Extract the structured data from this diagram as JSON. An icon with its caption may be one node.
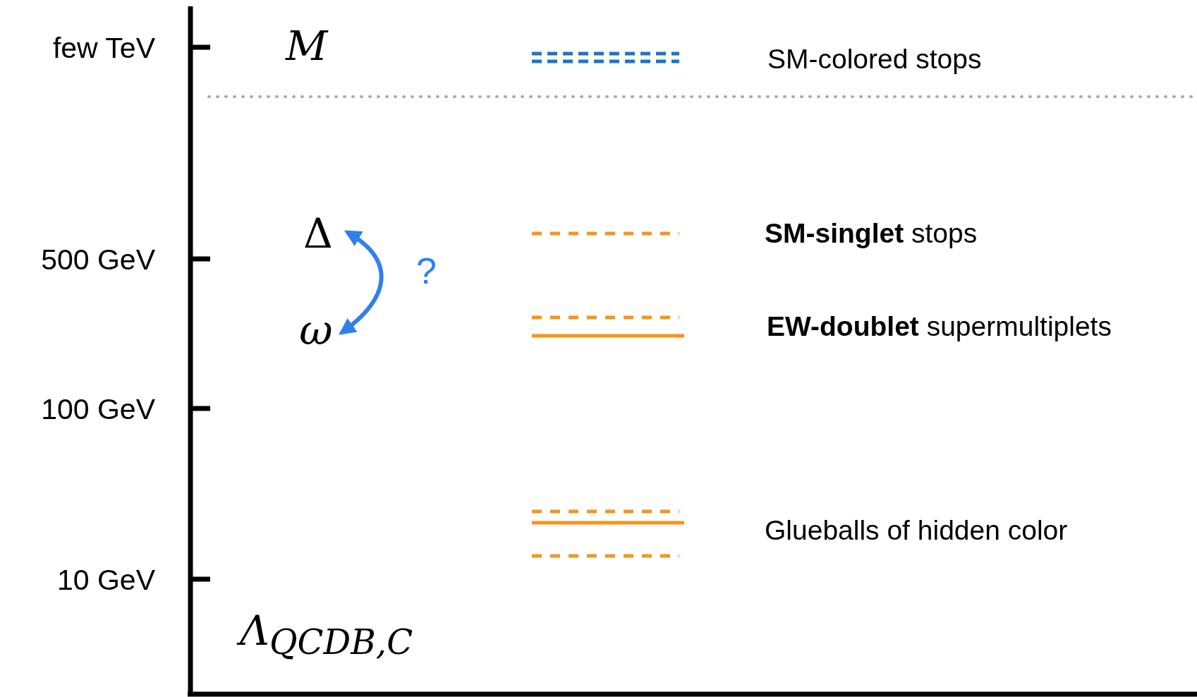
{
  "diagram": {
    "nodes": [
      {
        "text": [
          "Δ"
        ]
      },
      {
        "text": [
          "ω"
        ]
      }
    ],
    "edges": [
      {
        "from": 0,
        "to": 1,
        "arrow": "both",
        "label": "?",
        "color": "#2f7fef"
      }
    ],
    "labels": [
      "few TeV",
      "M",
      "SM-colored stops",
      "**SM-singlet** stops",
      "500 GeV",
      "**EW-doublet** supermultiplets",
      "100 GeV",
      "Glueballs of hidden color",
      "10 GeV",
      "Λ$_{QCD}$$_{B,C}$"
    ]
  }
}
